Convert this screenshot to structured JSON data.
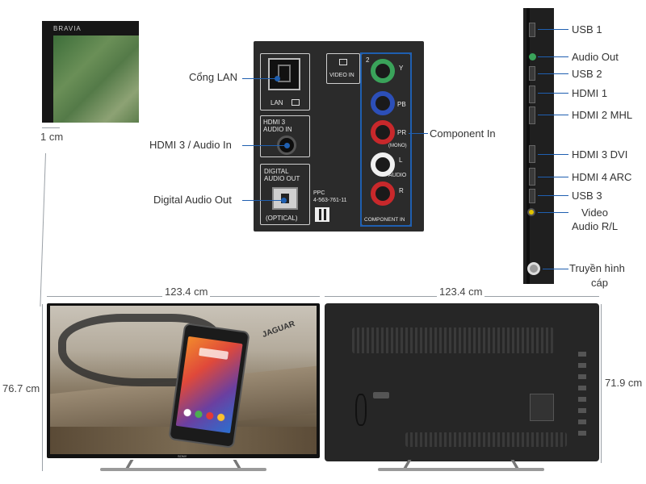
{
  "corner_closeup": {
    "brand_text": "BRAVIA",
    "bezel_width": "1 cm"
  },
  "back_panel": {
    "lan_text": "LAN",
    "hdmi3_line1": "HDMI 3",
    "hdmi3_line2": "AUDIO IN",
    "digital_line1": "DIGITAL",
    "digital_line2": "AUDIO OUT",
    "optical_text": "(OPTICAL)",
    "code_line1": "PPC",
    "code_line2": "4-563-761-11",
    "video_in_num": "2",
    "video_in_text": "VIDEO IN",
    "jack_y": "Y",
    "jack_pb": "PB",
    "jack_pr": "PR",
    "mono_text": "(MONO)",
    "jack_l": "L",
    "audio_text": "AUDIO",
    "jack_r": "R",
    "component_text": "COMPONENT IN"
  },
  "callouts": {
    "lan": "Cổng LAN",
    "hdmi3_audio_in": "HDMI 3 / Audio In",
    "digital_audio_out": "Digital Audio Out",
    "component_in": "Component In"
  },
  "side_ports": {
    "usb1": "USB 1",
    "audio_out": "Audio Out",
    "usb2": "USB 2",
    "hdmi1": "HDMI 1",
    "hdmi2": "HDMI 2 MHL",
    "hdmi3": "HDMI 3 DVI",
    "hdmi4": "HDMI 4 ARC",
    "usb3": "USB 3",
    "video_line1": "Video",
    "video_line2": "Audio R/L",
    "cable_line1": "Truyền hình",
    "cable_line2": "cáp"
  },
  "dimensions": {
    "front_width": "123.4 cm",
    "front_height": "76.7 cm",
    "back_width": "123.4 cm",
    "back_height": "71.9 cm"
  },
  "front_tv": {
    "brand": "SONY",
    "phone_brand": "JAGUAR"
  },
  "colors": {
    "panel_bg": "#2b2b2b",
    "callout_line": "#1f5fb0",
    "green_jack": "#3aa35a",
    "blue_jack": "#2c4fb8",
    "red_jack": "#c8282b",
    "dimension_line": "#9aa0a6"
  }
}
